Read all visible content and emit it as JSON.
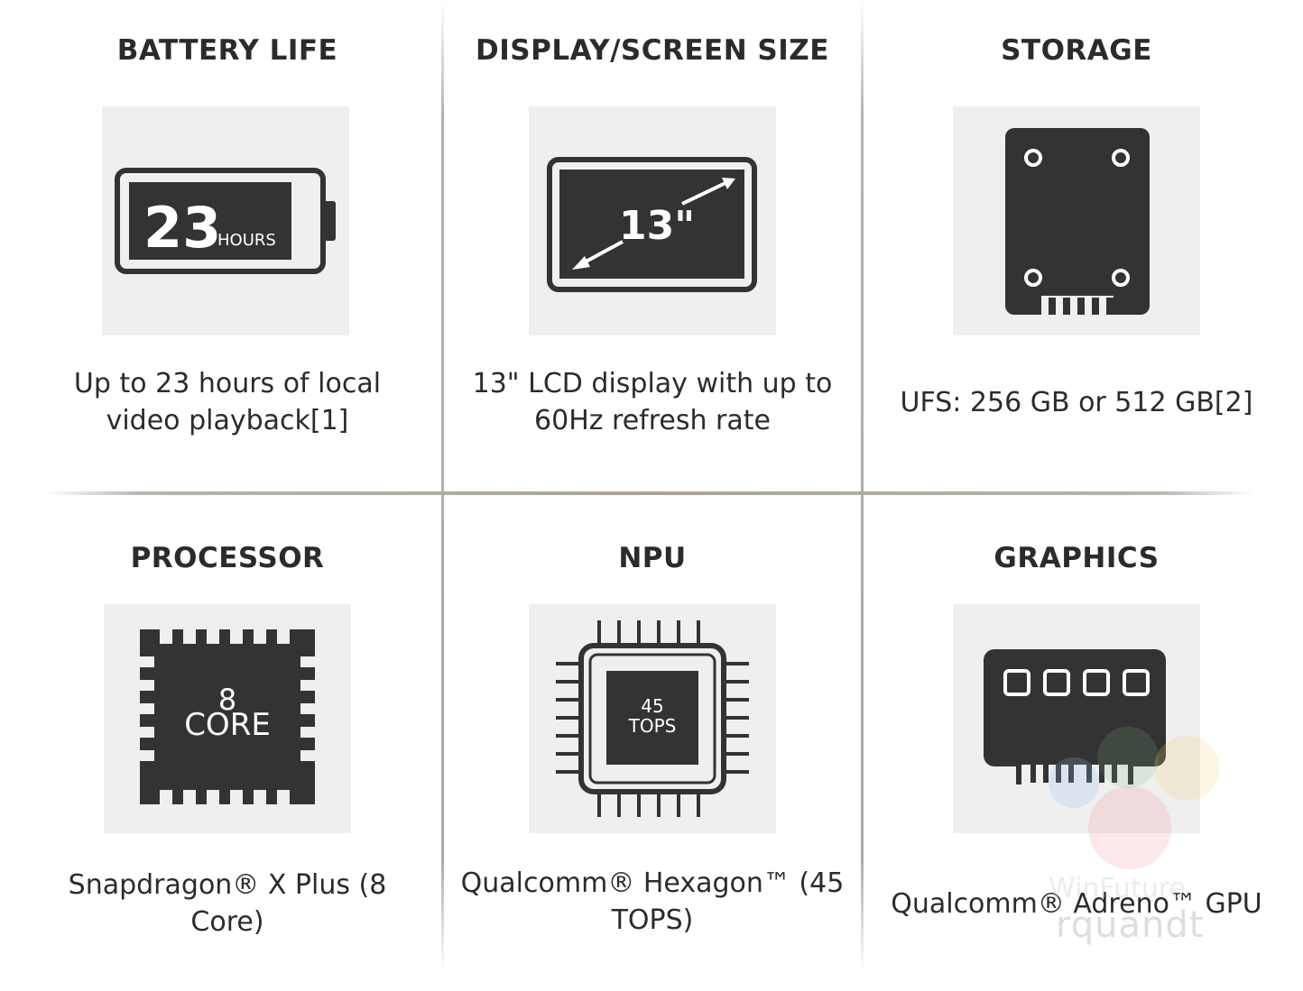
{
  "colors": {
    "icon_dark": "#333333",
    "icon_bg": "#efefef",
    "text": "#2b2b2b"
  },
  "cells": [
    {
      "title": "BATTERY LIFE",
      "icon": "battery-icon",
      "icon_text": "23",
      "icon_subtext": "HOURS",
      "desc_line1": "Up to 23 hours of local",
      "desc_line2": "video playback[1]"
    },
    {
      "title": "DISPLAY/SCREEN SIZE",
      "icon": "display-icon",
      "icon_text": "13\"",
      "desc_line1": "13\" LCD display with up to",
      "desc_line2": "60Hz refresh rate"
    },
    {
      "title": "STORAGE",
      "icon": "storage-icon",
      "desc_line1": "UFS: 256 GB or 512 GB[2]"
    },
    {
      "title": "PROCESSOR",
      "icon": "cpu-chip-icon",
      "icon_text": "8",
      "icon_subtext": "CORE",
      "desc_line1": "Snapdragon® X Plus (8",
      "desc_line2": "Core)"
    },
    {
      "title": "NPU",
      "icon": "npu-chip-icon",
      "icon_text": "45",
      "icon_subtext": "TOPS",
      "desc_line1": "Qualcomm® Hexagon™ (45",
      "desc_line2": "TOPS)"
    },
    {
      "title": "GRAPHICS",
      "icon": "gpu-card-icon",
      "desc_line1": "Qualcomm® Adreno™ GPU"
    }
  ],
  "watermark": {
    "line1": "WinFuture",
    "line2": "rquandt"
  }
}
